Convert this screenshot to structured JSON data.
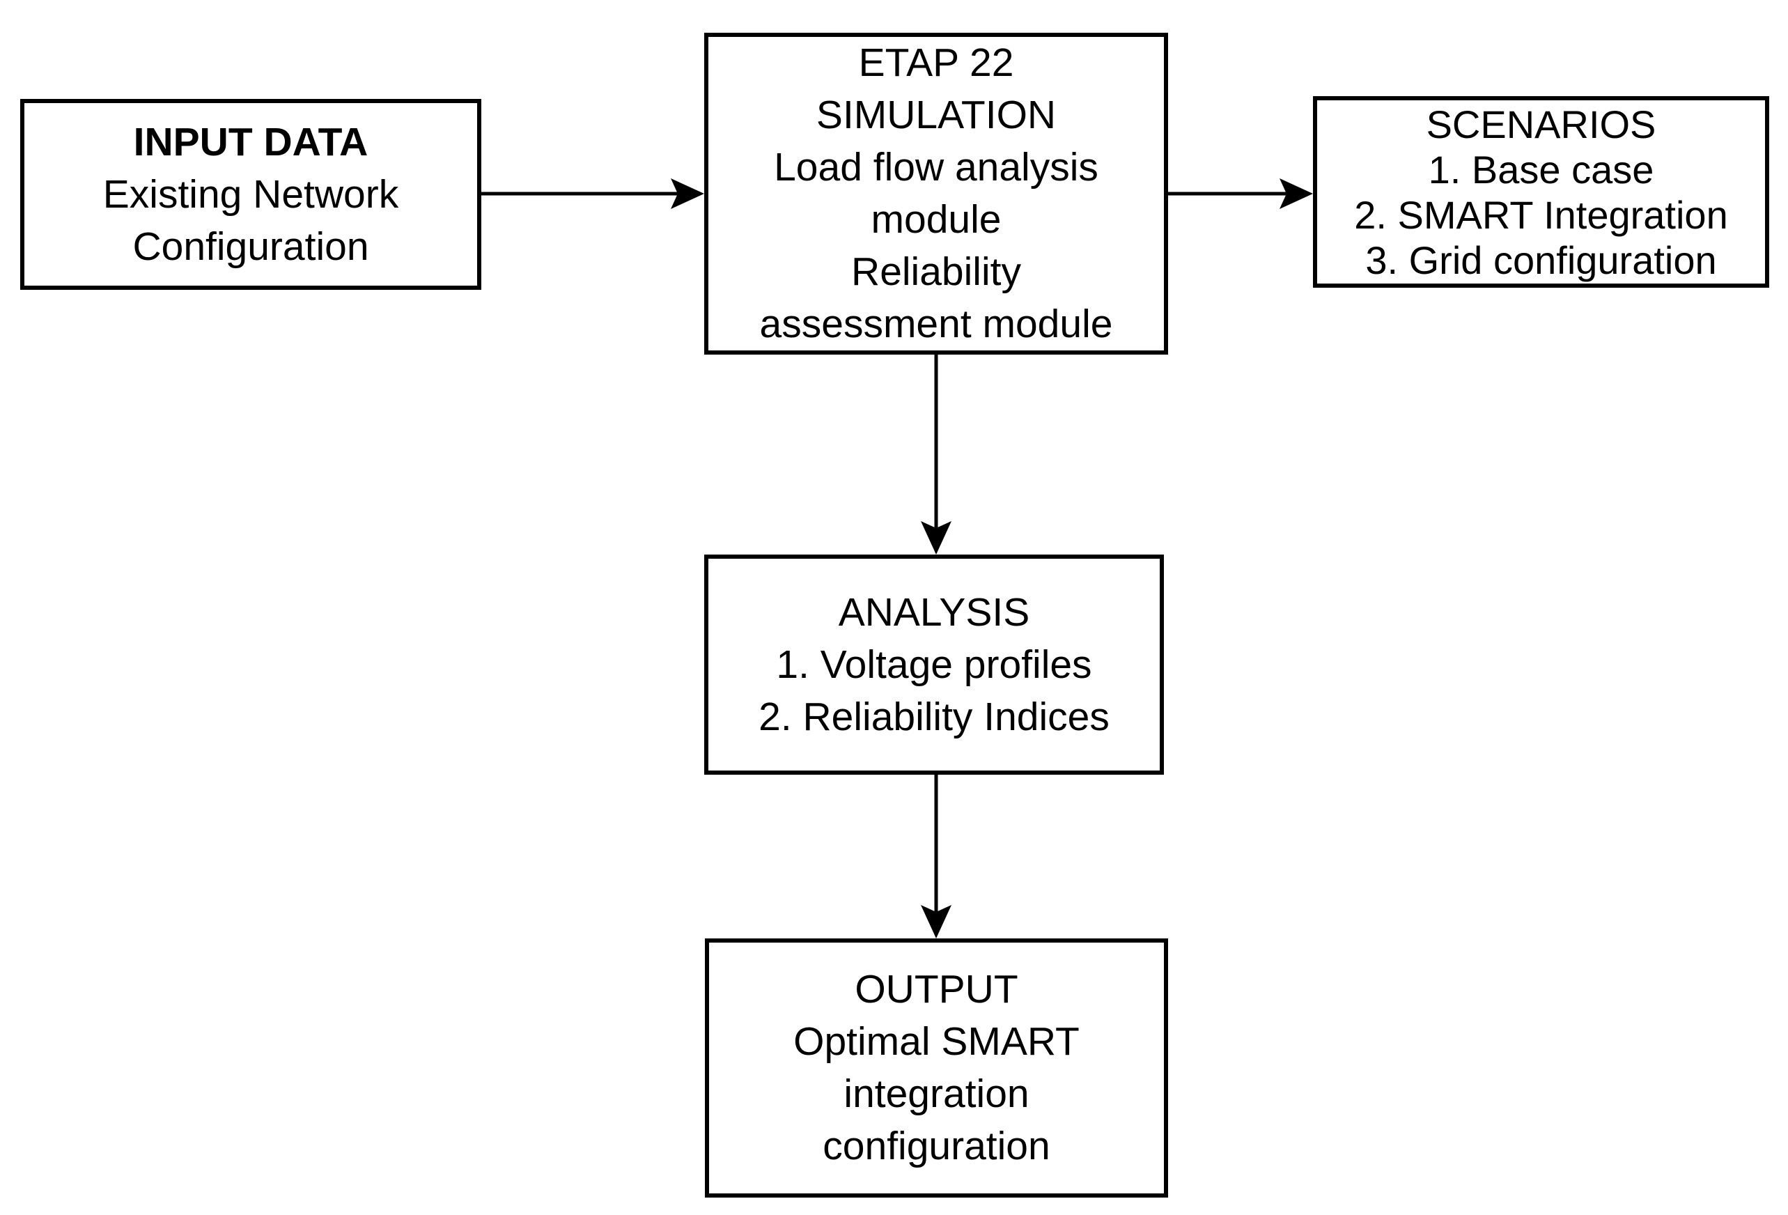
{
  "colors": {
    "background": "#ffffff",
    "line": "#000000",
    "text": "#000000"
  },
  "nodes": {
    "input": {
      "lines": [
        "INPUT DATA",
        "Existing Network",
        "Configuration"
      ]
    },
    "simulation": {
      "lines": [
        "ETAP 22",
        "SIMULATION",
        "Load flow analysis",
        "module",
        "Reliability",
        "assessment module"
      ]
    },
    "scenarios": {
      "lines": [
        "SCENARIOS",
        "1. Base case",
        "2. SMART Integration",
        "3. Grid configuration"
      ]
    },
    "analysis": {
      "lines": [
        "ANALYSIS",
        "1. Voltage profiles",
        "2. Reliability Indices"
      ]
    },
    "output": {
      "lines": [
        "OUTPUT",
        "Optimal SMART",
        "integration",
        "configuration"
      ]
    }
  },
  "connections": [
    {
      "from": "input",
      "to": "simulation"
    },
    {
      "from": "simulation",
      "to": "scenarios"
    },
    {
      "from": "simulation",
      "to": "analysis"
    },
    {
      "from": "analysis",
      "to": "output"
    }
  ]
}
